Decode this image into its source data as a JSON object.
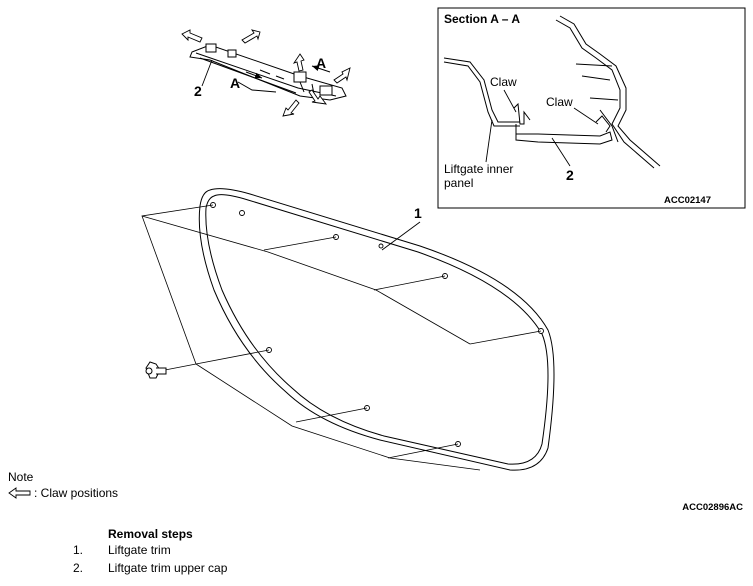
{
  "callouts": {
    "item_1": "1",
    "item_2_top": "2",
    "item_2_section": "2",
    "section_arrow_left": "A",
    "section_arrow_right": "A"
  },
  "section": {
    "title": "Section A – A",
    "claw_left": "Claw",
    "claw_right": "Claw",
    "inner_panel_line1": "Liftgate inner",
    "inner_panel_line2": "panel",
    "code": "ACC02147"
  },
  "note": {
    "label": "Note",
    "legend_text": ": Claw positions"
  },
  "figure_code": "ACC02896AC",
  "removal": {
    "title": "Removal steps",
    "steps": [
      {
        "num": "1.",
        "label": "Liftgate trim"
      },
      {
        "num": "2.",
        "label": "Liftgate trim upper cap"
      }
    ]
  },
  "colors": {
    "line": "#000000",
    "claw_arrow_fill": "#ffffff",
    "background": "#ffffff"
  }
}
